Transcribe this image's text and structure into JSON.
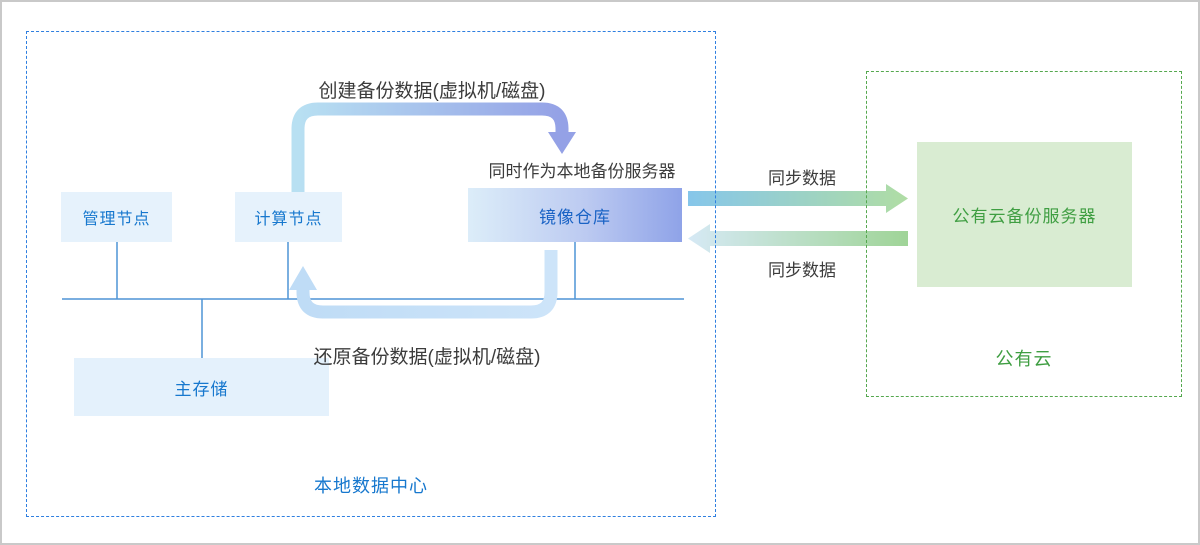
{
  "local_dc": {
    "label": "本地数据中心",
    "mgmt_node": "管理节点",
    "compute_node": "计算节点",
    "image_registry": "镜像仓库",
    "registry_note": "同时作为本地备份服务器",
    "primary_storage": "主存储",
    "create_flow": "创建备份数据(虚拟机/磁盘)",
    "restore_flow": "还原备份数据(虚拟机/磁盘)"
  },
  "public_cloud": {
    "label": "公有云",
    "backup_server": "公有云备份服务器"
  },
  "sync": {
    "upload_label": "同步数据",
    "download_label": "同步数据"
  },
  "colors": {
    "local_border": "#2f7fe0",
    "cloud_border": "#55a84f",
    "node_fill": "#e6f2fc",
    "node_text": "#1778ce",
    "green_fill": "#d9ecd2",
    "green_text": "#3f9e42",
    "flow_text": "#3c3c3c",
    "bus_line": "#4e94d6",
    "create_arrow_end": "#94a1e6",
    "restore_arrow": "#bfdcf6"
  }
}
